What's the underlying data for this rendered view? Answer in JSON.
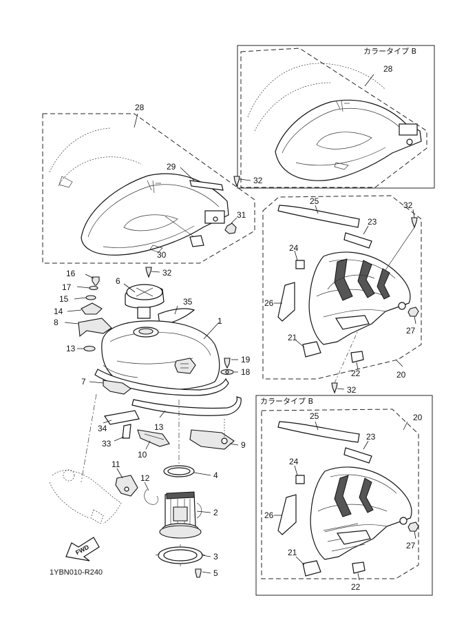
{
  "color_type_label": "カラータイプ B",
  "drawing_code": "1YBN010-R240",
  "fwd_label": "FWD",
  "callouts": {
    "c1": "1",
    "c2": "2",
    "c3": "3",
    "c4": "4",
    "c5": "5",
    "c6": "6",
    "c7": "7",
    "c8": "8",
    "c9": "9",
    "c10": "10",
    "c11": "11",
    "c12": "12",
    "c13": "13",
    "c14": "14",
    "c15": "15",
    "c16": "16",
    "c17": "17",
    "c18": "18",
    "c19": "19",
    "c20": "20",
    "c21": "21",
    "c22": "22",
    "c23": "23",
    "c24": "24",
    "c25": "25",
    "c26": "26",
    "c27": "27",
    "c28": "28",
    "c29": "29",
    "c30": "30",
    "c31": "31",
    "c32": "32",
    "c33": "33",
    "c34": "34",
    "c35": "35"
  }
}
